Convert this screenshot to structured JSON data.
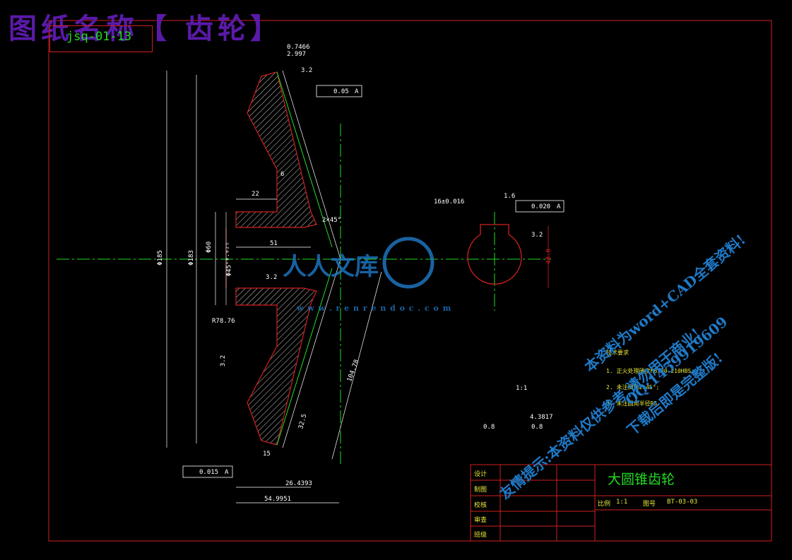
{
  "header": {
    "title_watermark": "图纸名称【 齿轮】",
    "drawing_code": "jsq-01-13"
  },
  "dimensions": {
    "d1": "0.7466",
    "d2": "2.997",
    "rough_top": "3.2",
    "runout_top": "0.05",
    "datum_a": "A",
    "d_6": "6",
    "d_22": "22",
    "chamfer": "2×45°",
    "d_51": "51",
    "dia_60": "Φ60",
    "dia_45": "Φ45⁺⁰·⁰²⁵",
    "dia_183": "Φ183",
    "dia_185": "Φ185",
    "rough_mid": "3.2",
    "r_1876": "R78.76",
    "rough_left": "3.2",
    "len_104": "104.78",
    "d_32": "32.5",
    "d_15": "15",
    "runout_bot": "0.015",
    "len_26": "26.4393",
    "len_54": "54.9951",
    "key_width": "16±0.016",
    "rough_key": "1.6",
    "sym_tol": "0.020",
    "rough_key2": "3.2",
    "key_depth": "48.8",
    "scale_note": "1:1",
    "bot_left": "0.8",
    "bot_mid": "4.3817",
    "bot_right": "0.8"
  },
  "notes": {
    "heading": "技术要求",
    "line1": "1. 正火处理硬度HB180-210HBS;",
    "line2": "2. 未注倒角2×45°;",
    "line3": "3. 未注圆角半径R5."
  },
  "title_block": {
    "part_name": "大圆锥齿轮",
    "row1": "设计",
    "row2": "制图",
    "row3": "校核",
    "row4": "审查",
    "row5": "班级",
    "scale_label": "比例",
    "scale_value": "1:1",
    "drawing_no_label": "图号",
    "drawing_no": "BT-03-03"
  },
  "watermarks": {
    "site_cn": "人人文库",
    "site_url": "w w w . r e n r e n d o c . c o m",
    "promo1": "本资料为word+CAD全套资料!",
    "promo2": "QQ:1459919609",
    "promo3": "下载后即是完整版!",
    "promo4": "友情提示:本资料仅供参考,请勿用于商业!"
  },
  "colors": {
    "frame": "#d02020",
    "hatch_outline": "#d02020",
    "centerline": "#22dd22",
    "dimension": "#ffffff",
    "watermark_blue": "#1f7ac8",
    "watermark_purple": "#5a1aa8"
  }
}
